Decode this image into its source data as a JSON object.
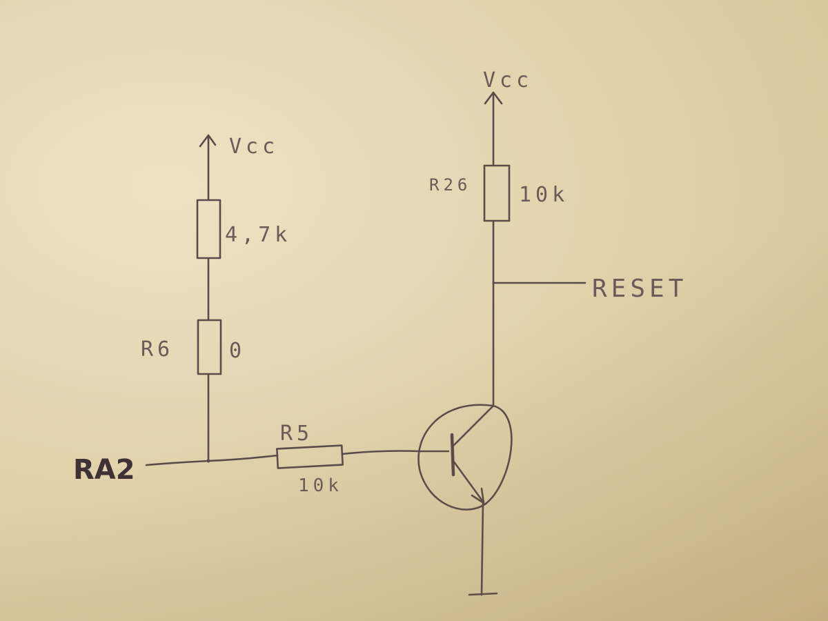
{
  "schematic": {
    "left_branch": {
      "supply_label": "Vcc",
      "upper_resistor": {
        "value": "4,7k"
      },
      "lower_resistor": {
        "name": "R6",
        "value": "0"
      }
    },
    "input": {
      "net_label": "RA2",
      "series_resistor": {
        "name": "R5",
        "value": "10k"
      }
    },
    "right_branch": {
      "supply_label": "Vcc",
      "pullup_resistor": {
        "name": "R26",
        "value": "10k"
      },
      "output_label": "RESET"
    },
    "transistor": {
      "type": "NPN"
    },
    "ground_symbol": "ground"
  }
}
